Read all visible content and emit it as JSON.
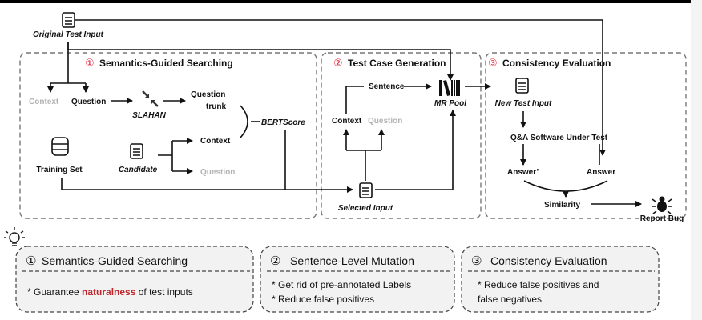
{
  "stages": {
    "s1": {
      "num": "①",
      "title": "Semantics-Guided Searching"
    },
    "s2": {
      "num": "②",
      "title": "Test Case Generation"
    },
    "s3": {
      "num": "③",
      "title": "Consistency Evaluation"
    }
  },
  "nodes": {
    "original_input": "Original Test Input",
    "context": "Context",
    "question": "Question",
    "slahan": "SLAHAN",
    "question_trunk_1": "Question",
    "question_trunk_2": "trunk",
    "context2": "Context",
    "question2": "Question",
    "bertscore": "BERTScore",
    "training_set": "Training Set",
    "candidate": "Candidate",
    "sentence": "Sentence",
    "context3": "Context",
    "question3": "Question",
    "mr_pool": "MR Pool",
    "selected_input": "Selected Input",
    "new_test_input": "New Test Input",
    "qa_software": "Q&A Software Under Test",
    "answer_prime": "Answer’",
    "answer": "Answer",
    "similarity": "Similarity",
    "report_bug": "Report Bug"
  },
  "bottom_panels": [
    {
      "num": "①",
      "title": "Semantics-Guided Searching",
      "lines": [
        {
          "before": "* Guarantee ",
          "emph": "naturalness",
          "after": " of test inputs"
        }
      ]
    },
    {
      "num": "②",
      "title": "Sentence-Level Mutation",
      "lines": [
        "* Get rid of pre-annotated Labels",
        "* Reduce false positives"
      ]
    },
    {
      "num": "③",
      "title": "Consistency Evaluation",
      "lines": [
        "*  Reduce false positives and",
        "false negatives"
      ]
    }
  ],
  "colors": {
    "highlight": "#c0282d",
    "circled_number": "#e0203a"
  },
  "icons": [
    "document-icon",
    "compress-arrows-icon",
    "database-icon",
    "books-icon",
    "bug-icon",
    "lightbulb-icon"
  ]
}
